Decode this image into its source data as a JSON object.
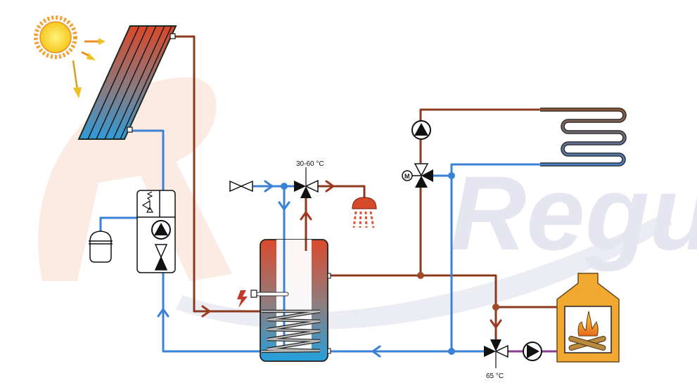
{
  "diagram": {
    "title": "Solar + fireplace heating system schematic",
    "watermark": "Regulus",
    "colors": {
      "hot": "#8b3a1e",
      "cold": "#3b82d6",
      "fireplace_return": "#8a3d8c",
      "fireplace_body": "#f0a830",
      "watermark_swoosh": "#fbe3d8",
      "watermark_text": "#e6e6f2"
    },
    "labels": {
      "dhw_mixing_valve_temp": "30-60 °C",
      "fireplace_valve_temp": "65 °C",
      "motor_symbol": "M"
    },
    "components": [
      {
        "id": "sun",
        "name": "Sun"
      },
      {
        "id": "solar-collector",
        "name": "Solar collector"
      },
      {
        "id": "solar-pump-station",
        "name": "Solar pump station with safety valve, pump and check valve"
      },
      {
        "id": "expansion-vessel",
        "name": "Expansion vessel"
      },
      {
        "id": "storage-tank",
        "name": "Storage tank with coil and electric heater"
      },
      {
        "id": "cold-water-inlet-valve",
        "name": "Cold water inlet valve"
      },
      {
        "id": "dhw-mixing-valve",
        "name": "DHW thermostatic mixing valve"
      },
      {
        "id": "shower",
        "name": "Shower"
      },
      {
        "id": "heating-pump",
        "name": "Heating circuit pump"
      },
      {
        "id": "motorized-mixing-valve",
        "name": "Motorized 3-way mixing valve"
      },
      {
        "id": "floor-heating",
        "name": "Floor heating loop"
      },
      {
        "id": "fireplace",
        "name": "Fireplace with water jacket"
      },
      {
        "id": "fireplace-valve",
        "name": "Fireplace anti-condensation valve"
      },
      {
        "id": "fireplace-pump",
        "name": "Fireplace circuit pump"
      }
    ]
  }
}
